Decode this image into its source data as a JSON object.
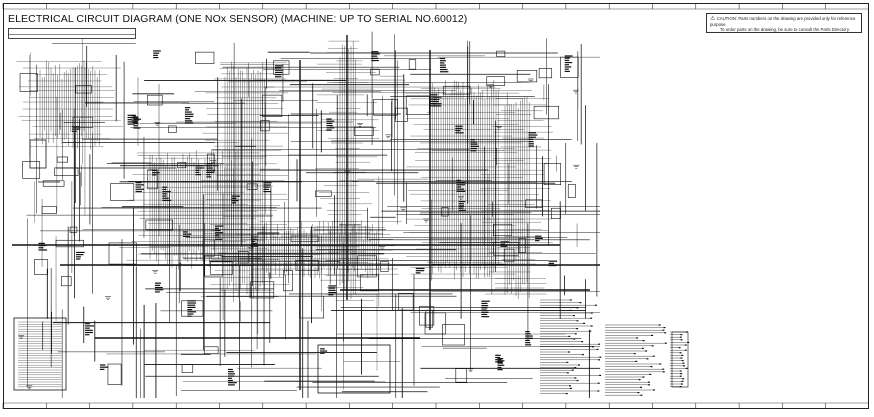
{
  "sheet": {
    "title": "ELECTRICAL CIRCUIT DIAGRAM (ONE NOx SENSOR) (MACHINE: UP TO SERIAL NO.60012)",
    "caution_lines": [
      "CAUTION: Parts numbers on the drawing are provided only for reference purpose.",
      "To order parts on the drawing, be sure to consult the Parts Directory."
    ],
    "warning_symbol": "warning-triangle-icon"
  },
  "colors": {
    "ink": "#111111",
    "paper": "#ffffff"
  }
}
